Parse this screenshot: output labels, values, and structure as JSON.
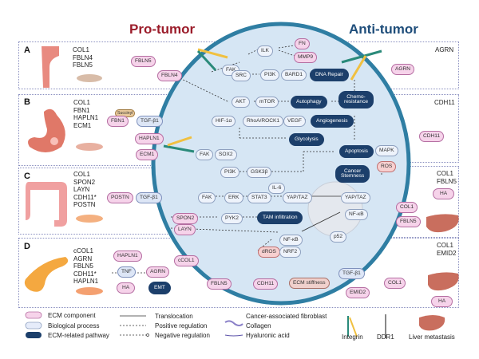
{
  "titles": {
    "pro": "Pro-tumor",
    "anti": "Anti-tumor"
  },
  "panels": {
    "A": {
      "label": "A",
      "genes": "COL1\nFBLN4\nFBLN5",
      "right_genes": "AGRN"
    },
    "B": {
      "label": "B",
      "genes": "COL1\nFBN1\nHAPLN1\nECM1",
      "right_genes": "CDH11"
    },
    "C": {
      "label": "C",
      "genes": "COL1\nSPON2\nLAYN\nCDH11*\nPOSTN",
      "right_genes": "COL1\nFBLN5"
    },
    "D": {
      "label": "D",
      "genes": "cCOL1\nAGRN\nFBLN5\nCDH11*\nHAPLN1",
      "right_genes": "COL1\nEMID2"
    }
  },
  "nodes": {
    "fbln5_a": "FBLN5",
    "fbln4_a": "FBLN4",
    "fak_a": "FAK",
    "src": "SRC",
    "ilk": "ILK",
    "fn": "FN",
    "mmp9": "MMP9",
    "pi3k_a": "PI3K",
    "bard1": "BARD1",
    "dna_repair": "DNA Repair",
    "akt": "AKT",
    "mtor": "mTOR",
    "autophagy": "Autophagy",
    "chemo": "Chemo-\nresistance",
    "agrn_a": "AGRN",
    "succinyl": "Succinyl",
    "fbn1": "FBN1",
    "tgfb1_b": "TGF-β1",
    "hapln1_b": "HAPLN1",
    "ecm1": "ECM1",
    "hif1a": "HIF-1α",
    "rhoa": "RhoA/ROCK1",
    "vegf": "VEGF",
    "angio": "Angiogenesis",
    "glyco": "Glycolysis",
    "fak_b": "FAK",
    "sox2": "SOX2",
    "apoptosis": "Apoptosis",
    "mapk": "MAPK",
    "ros": "ROS",
    "cdh11_b": "CDH11",
    "pi3k_c": "PI3K",
    "gsk3b": "GSK3β",
    "stemness": "Cancer\nStemness",
    "postn": "POSTN",
    "tgfb1_c": "TGF-β1",
    "fak_c": "FAK",
    "erk": "ERK",
    "stat3": "STAT3",
    "il6": "IL-6",
    "yaptaz_c": "YAP/TAZ",
    "yaptaz_n": "YAP/TAZ",
    "spon2": "SPON2",
    "layn": "LAYN",
    "pyk2": "PYK2",
    "tam": "TAM infiltration",
    "nfkb_n": "NF-κB",
    "nfkb_c": "NF-κB",
    "p52": "p52",
    "col1_c": "COL1",
    "fbln5_c": "FBLN5",
    "ha_c": "HA",
    "hapln1_d": "HAPLN1",
    "tnf": "TNF",
    "agrn_d": "AGRN",
    "ha_d": "HA",
    "emt": "EMT",
    "ccol1": "cCOL1",
    "dros": "dROS",
    "nrf2": "NRF2",
    "fbln5_d": "FBLN5",
    "cdh11_d": "CDH11",
    "ecm_stiff": "ECM stiffness",
    "tgfb1_d": "TGF-β1",
    "emid2": "EMID2",
    "col1_d": "COL1",
    "ha_d2": "HA"
  },
  "legend": {
    "ecm_component": "ECM component",
    "bio_process": "Biological process",
    "ecm_pathway": "ECM-related pathway",
    "translocation": "Translocation",
    "positive": "Positive regulation",
    "negative": "Negative regulation",
    "caf": "Cancer-associated fibroblast",
    "collagen": "Collagen",
    "hyaluronic": "Hyaluronic acid",
    "integrin": "Integrin",
    "ddr1": "DDR1",
    "liver": "Liver metastasis"
  },
  "colors": {
    "pro": "#9b1c2a",
    "anti": "#1e4d7a",
    "cell": "#d6e6f4",
    "membrane": "#2f7ea3",
    "pathway": "#1c3f6b",
    "ecm": "#f6d3ea"
  }
}
